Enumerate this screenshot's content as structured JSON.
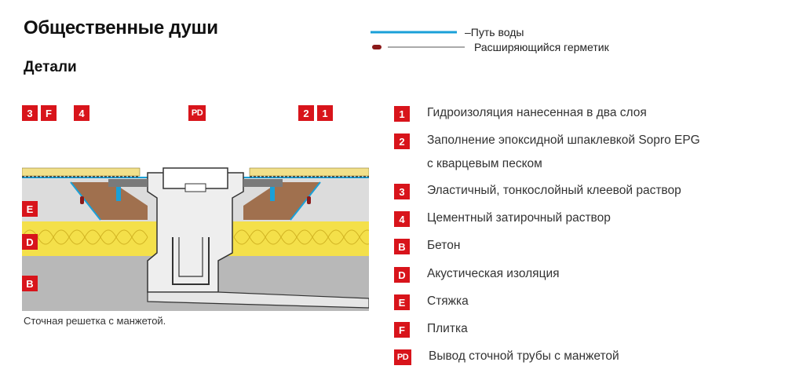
{
  "page": {
    "title": "Общественные души",
    "subtitle": "Детали",
    "caption": "Сточная решетка с манжетой."
  },
  "legend": {
    "water_path": "Путь воды",
    "sealant": "Расширяющийся герметик",
    "water_color": "#1aa0d8",
    "sealant_color": "#8b1a1a"
  },
  "callouts": {
    "top_left": [
      "3",
      "F",
      "4"
    ],
    "top_center": "PD",
    "top_right": [
      "2",
      "1"
    ],
    "side": [
      "E",
      "D",
      "B"
    ]
  },
  "items": [
    {
      "code": "1",
      "text": "Гидроизоляция нанесенная в два слоя"
    },
    {
      "code": "2",
      "text": "Заполнение эпоксидной шпаклевкой Sopro EPG",
      "text2": "с кварцевым песком"
    },
    {
      "code": "3",
      "text": "Эластичный, тонкослойный клеевой раствор"
    },
    {
      "code": "4",
      "text": "Цементный затирочный раствор"
    },
    {
      "code": "B",
      "text": "Бетон"
    },
    {
      "code": "D",
      "text": "Акустическая изоляция"
    },
    {
      "code": "E",
      "text": "Стяжка"
    },
    {
      "code": "F",
      "text": "Плитка"
    },
    {
      "code": "PD",
      "text": "Вывод сточной трубы с манжетой"
    }
  ],
  "colors": {
    "accent": "#d8141b",
    "tile": "#f2e08a",
    "screed": "#dcdcdc",
    "insulation": "#f4e04a",
    "concrete": "#b8b8b8",
    "epoxy": "#a0704e",
    "waterproofing": "#1aa0d8"
  }
}
